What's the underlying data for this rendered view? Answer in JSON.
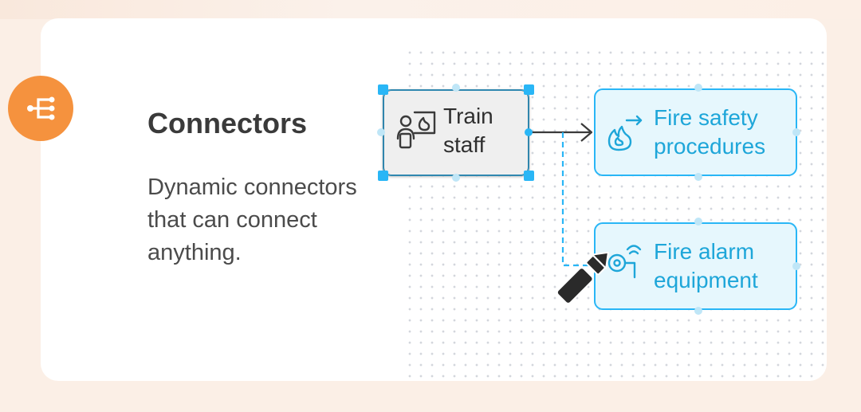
{
  "feature": {
    "icon": "connector-tree-icon",
    "title": "Connectors",
    "description_lines": [
      "Dynamic connectors",
      "that can connect",
      "anything."
    ]
  },
  "diagram": {
    "nodes": [
      {
        "id": "train-staff",
        "lines": [
          "Train",
          "staff"
        ],
        "icon": "trainer-fire-icon",
        "selected": true
      },
      {
        "id": "fire-safety-procedures",
        "lines": [
          "Fire safety",
          "procedures"
        ],
        "icon": "fire-arrow-icon",
        "selected": false
      },
      {
        "id": "fire-alarm-equipment",
        "lines": [
          "Fire alarm",
          "equipment"
        ],
        "icon": "alarm-bell-icon",
        "selected": false
      }
    ],
    "connectors": [
      {
        "from": "train-staff",
        "to": "fire-safety-procedures",
        "style": "solid",
        "arrow": true
      },
      {
        "from": "train-staff",
        "to": "fire-alarm-equipment",
        "style": "dashed",
        "arrow": false
      }
    ],
    "cursor": "pen-cursor-icon"
  },
  "colors": {
    "accent_orange": "#f5923e",
    "accent_blue": "#1ea6d9",
    "selection_handle": "#29b6f6",
    "node_fill_blue": "#e6f7fd",
    "node_fill_gray": "#efefef"
  }
}
